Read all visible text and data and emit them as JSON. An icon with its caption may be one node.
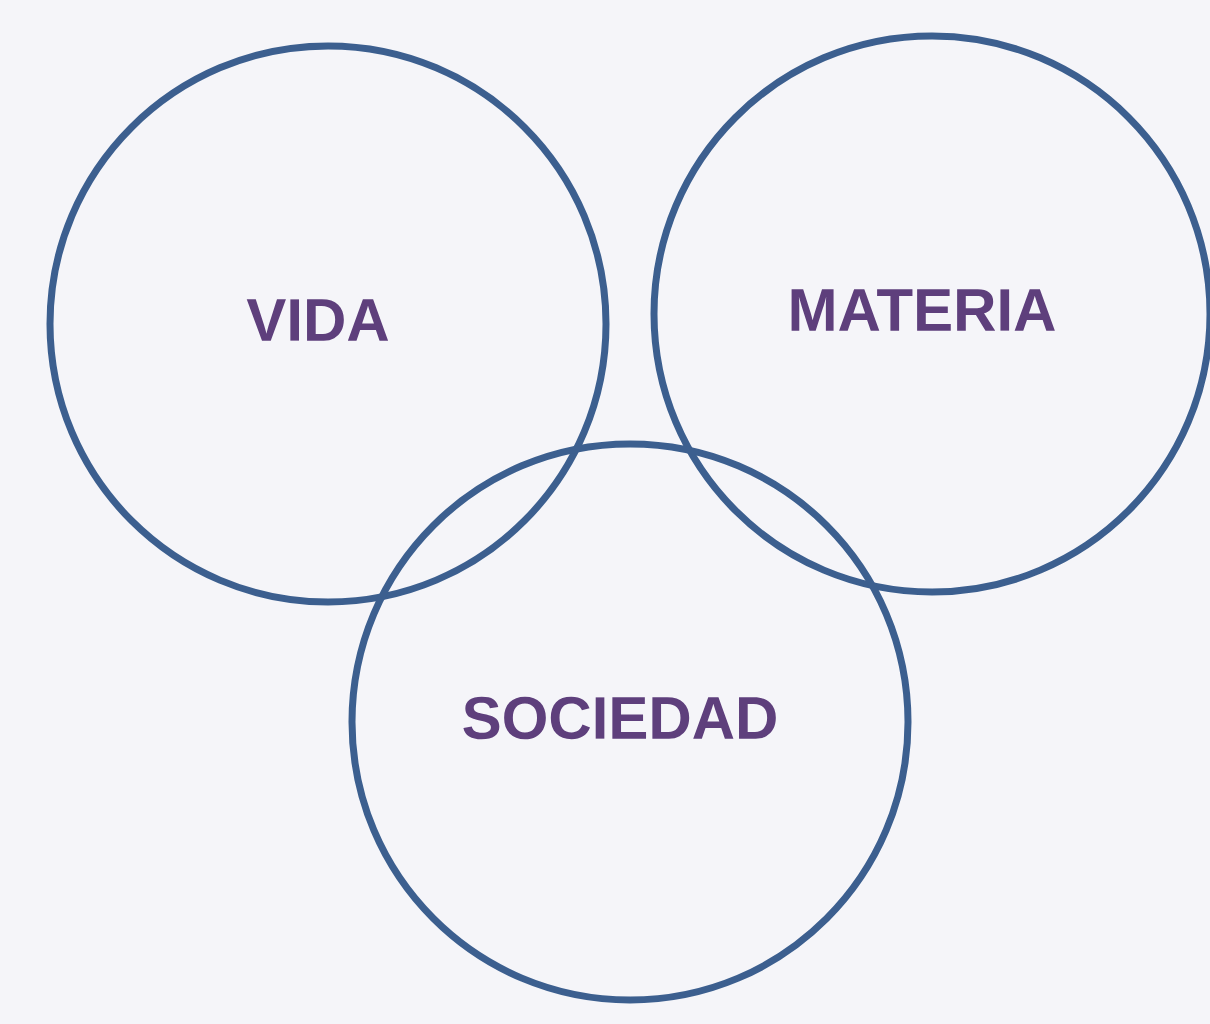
{
  "diagram": {
    "nodes": [
      {
        "text": [
          "VIDA"
        ]
      },
      {
        "text": [
          "MATERIA"
        ]
      },
      {
        "text": [
          "SOCIEDAD"
        ]
      }
    ]
  }
}
